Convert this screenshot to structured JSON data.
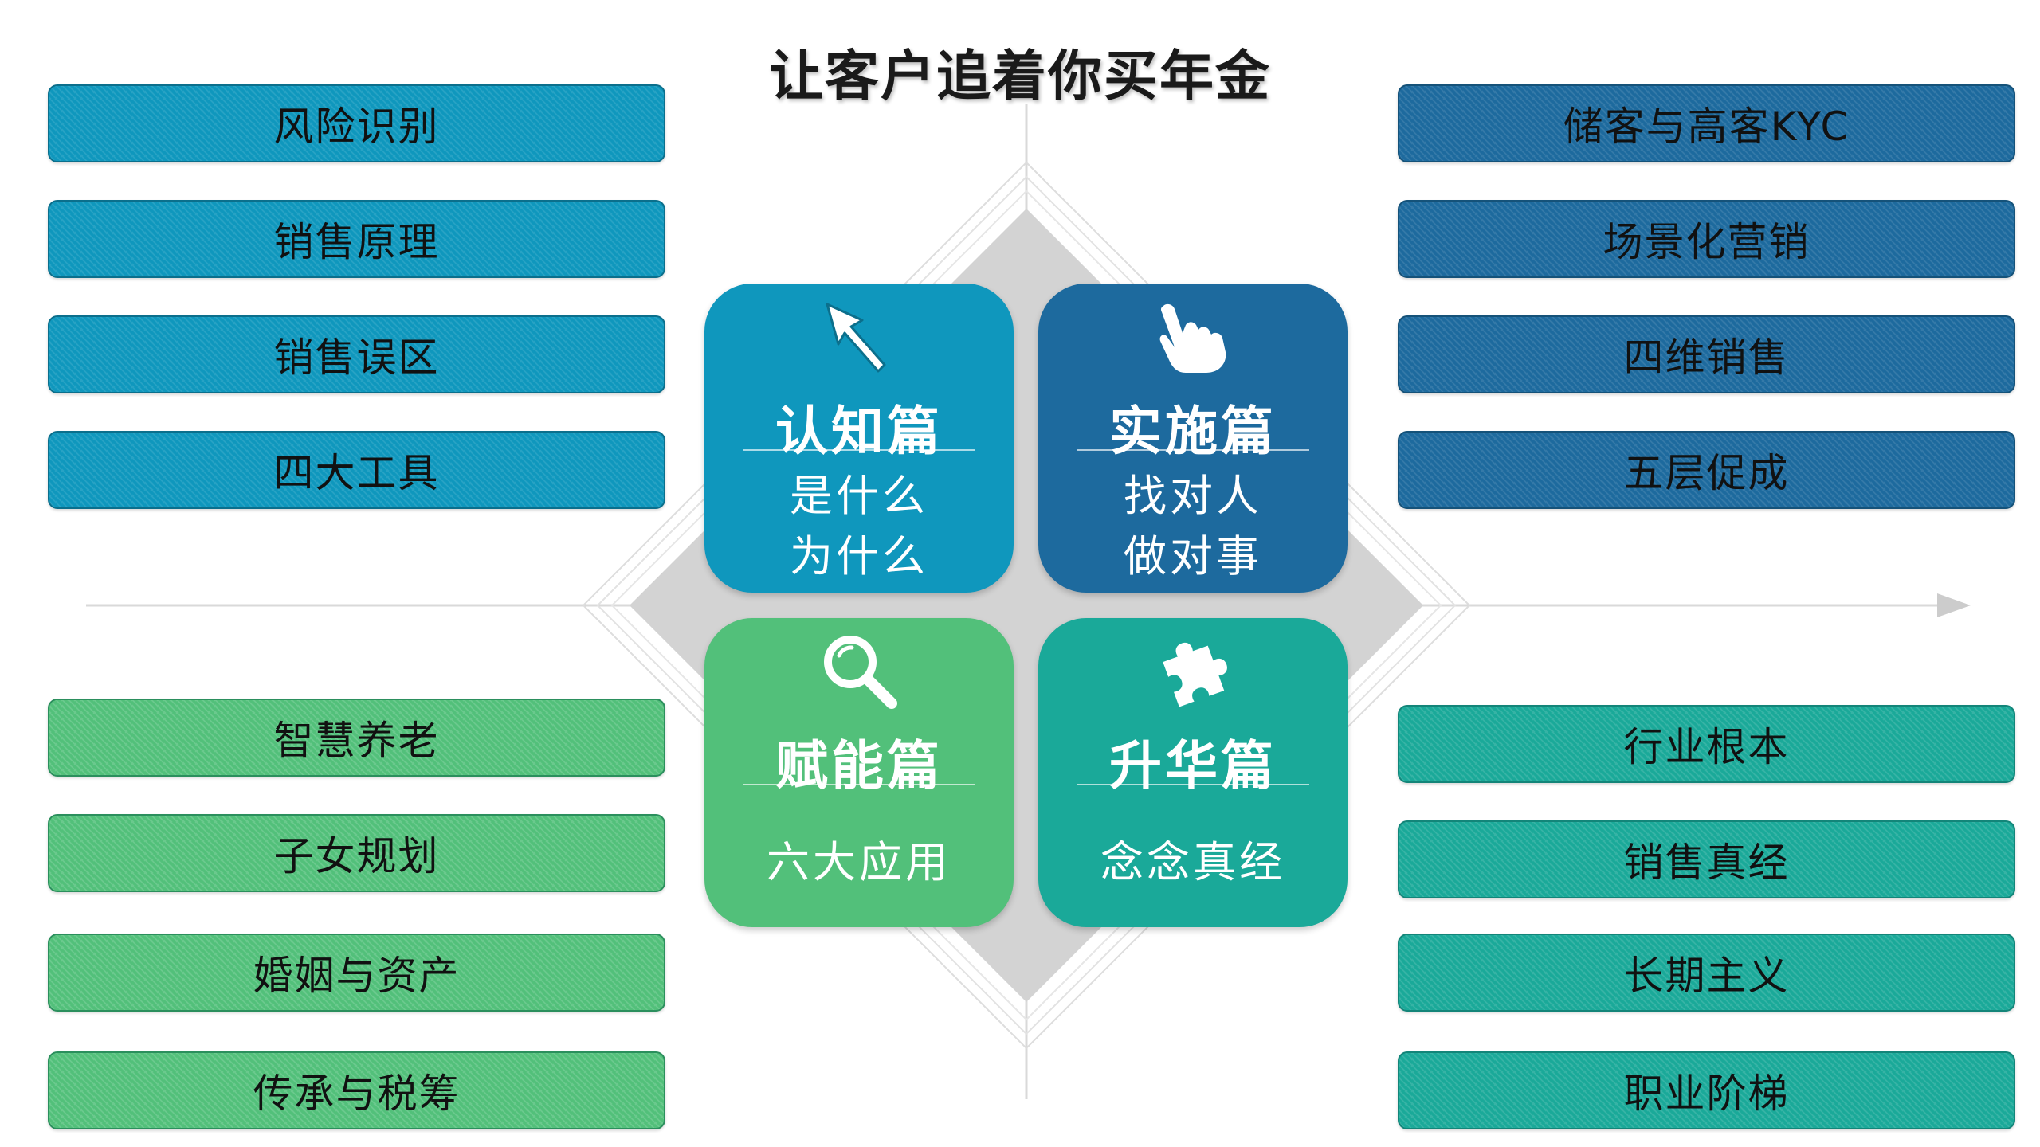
{
  "title": "让客户追着你买年金",
  "colors": {
    "teal_blue": "#0f97bd",
    "navy": "#1d6a9e",
    "green": "#52c07a",
    "teal": "#1aa999",
    "diamond": "#d3d3d3"
  },
  "left_top": {
    "items": [
      "风险识别",
      "销售原理",
      "销售误区",
      "四大工具"
    ]
  },
  "right_top": {
    "items": [
      "储客与高客KYC",
      "场景化营销",
      "四维销售",
      "五层促成"
    ]
  },
  "left_bottom": {
    "items": [
      "智慧养老",
      "子女规划",
      "婚姻与资产",
      "传承与税筹"
    ]
  },
  "right_bottom": {
    "items": [
      "行业根本",
      "销售真经",
      "长期主义",
      "职业阶梯"
    ]
  },
  "cards": {
    "cognition": {
      "title": "认知篇",
      "lines": [
        "是什么",
        "为什么"
      ],
      "icon": "cursor-arrow-icon"
    },
    "implementation": {
      "title": "实施篇",
      "lines": [
        "找对人",
        "做对事"
      ],
      "icon": "pointing-hand-icon"
    },
    "empowerment": {
      "title": "赋能篇",
      "lines": [
        "六大应用"
      ],
      "icon": "magnifier-icon"
    },
    "sublimation": {
      "title": "升华篇",
      "lines": [
        "念念真经"
      ],
      "icon": "puzzle-piece-icon"
    }
  }
}
